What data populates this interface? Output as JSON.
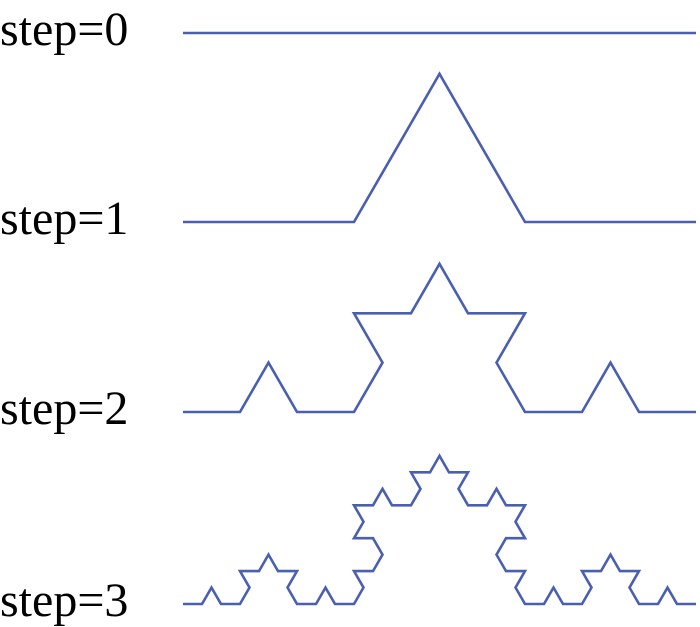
{
  "diagram": {
    "stroke_color": "#4a5fb0",
    "label_color": "#000000",
    "steps": [
      {
        "label": "step=0",
        "iterations": 0
      },
      {
        "label": "step=1",
        "iterations": 1
      },
      {
        "label": "step=2",
        "iterations": 2
      },
      {
        "label": "step=3",
        "iterations": 3
      }
    ]
  }
}
